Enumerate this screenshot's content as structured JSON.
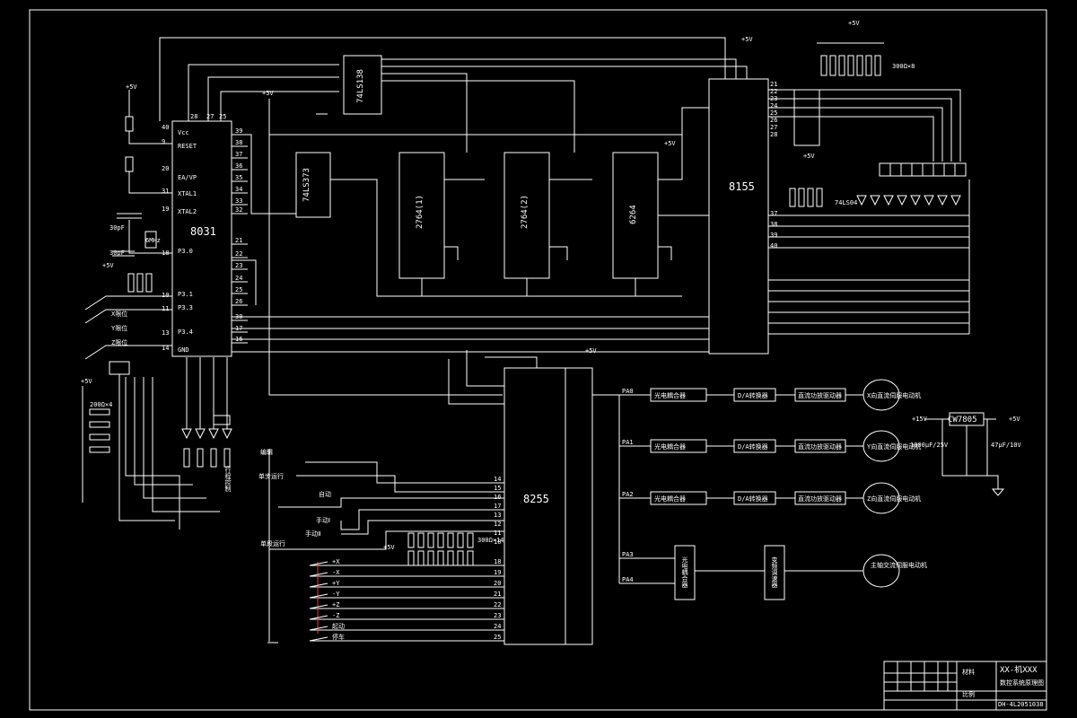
{
  "chips": {
    "cpu": "8031",
    "latch": "74LS373",
    "decoder": "74LS138",
    "eprom1": "2764(1)",
    "eprom2": "2764(2)",
    "ram": "6264",
    "io_8155": "8155",
    "io_8255": "8255",
    "regulator": "CW7805"
  },
  "pins_cpu_left": [
    "40",
    "9",
    "20",
    "31",
    "19",
    "18",
    "10",
    "11",
    "13",
    "14"
  ],
  "pins_cpu_top": [
    "28",
    "27",
    "25"
  ],
  "pins_cpu_right": [
    "39",
    "38",
    "37",
    "36",
    "35",
    "34",
    "33",
    "32",
    "21",
    "22",
    "23",
    "24",
    "25",
    "26",
    "30",
    "17",
    "16"
  ],
  "pins_8155_right": [
    "21",
    "22",
    "23",
    "24",
    "25",
    "26",
    "27",
    "28",
    "37",
    "38",
    "39",
    "40"
  ],
  "pins_8255_left": [
    "14",
    "15",
    "16",
    "17",
    "13",
    "12",
    "11",
    "10",
    "18",
    "19",
    "20",
    "21",
    "22",
    "23",
    "24",
    "25"
  ],
  "cpu_left_labels": [
    "Vcc",
    "RESET",
    "EA/VP",
    "XTAL1",
    "XTAL2",
    "P3.0",
    "P3.1",
    "P3.3",
    "P3.4",
    "GND"
  ],
  "ports": [
    "PA0",
    "PA1",
    "PA2",
    "PA3",
    "PA4"
  ],
  "chains": [
    {
      "a": "光电耦合器",
      "b": "D/A转换器",
      "c": "直流功放驱动器",
      "motor": "X向直流伺服电动机"
    },
    {
      "a": "光电耦合器",
      "b": "D/A转换器",
      "c": "直流功放驱动器",
      "motor": "Y向直流伺服电动机"
    },
    {
      "a": "光电耦合器",
      "b": "D/A转换器",
      "c": "直流功放驱动器",
      "motor": "Z向直流伺服电动机"
    }
  ],
  "spindle": {
    "a": "光电耦合器",
    "b": "变频调速器",
    "motor": "主轴交流伺服电动机"
  },
  "switches": {
    "group_title": "编辑",
    "single_step": "单步运行",
    "auto": "自动",
    "manual1": "手动Ⅰ",
    "manual2": "手动Ⅱ",
    "continuous": "单段运行",
    "axes": [
      "+X",
      "-X",
      "+Y",
      "-Y",
      "+Z",
      "-Z",
      "起动",
      "停车"
    ],
    "limits": [
      "X限位",
      "Y限位",
      "Z限位"
    ]
  },
  "misc_labels": {
    "plus5v": "+5V",
    "plus15v": "+15V",
    "res_pack": "300Ω×8",
    "res_led": "200Ω×4",
    "res_8255": "300Ω×14",
    "osc": "6MHz",
    "cap": "30pF",
    "travel": "行程控制",
    "inverter": "74LS04",
    "cap_reg1": "1000μF/25V",
    "cap_reg2": "47μF/10V"
  },
  "title_block": {
    "title": "XX-机XXX",
    "subtitle": "数控系统原理图",
    "drawing_no": "DH-4L2051038",
    "field1": "材料",
    "field2": "比例"
  }
}
